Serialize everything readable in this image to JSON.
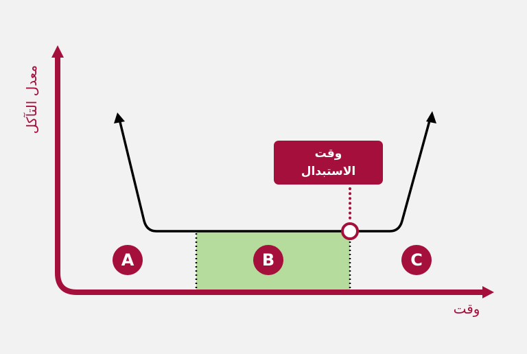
{
  "title": "Replacement time diagram",
  "colors": {
    "accent": "#a50f3c",
    "curve": "#000000",
    "highlight_zone": "#b5dc9c",
    "background": "#f3f2f3"
  },
  "axes": {
    "y_label": "معدل التآكل",
    "x_label": "وقت"
  },
  "callout": {
    "line1": "وقت",
    "line2": "الاستبدال"
  },
  "zones": [
    {
      "id": "A",
      "label": "A"
    },
    {
      "id": "B",
      "label": "B"
    },
    {
      "id": "C",
      "label": "C"
    }
  ]
}
